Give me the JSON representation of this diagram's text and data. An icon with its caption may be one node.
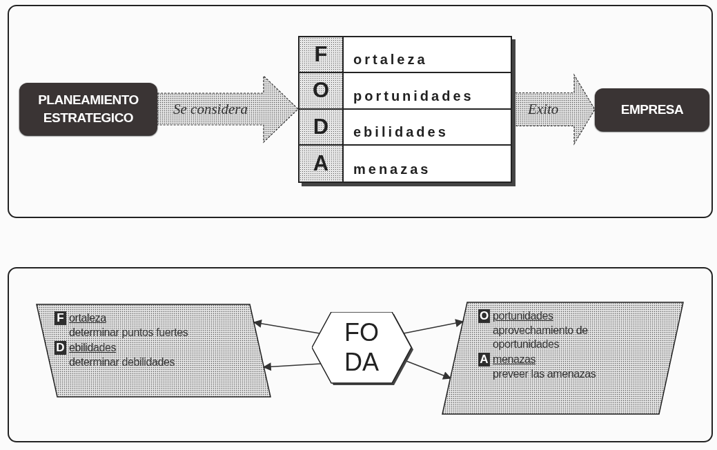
{
  "diagram": {
    "nodes": [
      {
        "text": [
          "PLANEAMIENTO ESTRATEGICO"
        ]
      },
      {
        "text": [
          "F",
          "ortaleza",
          "O",
          "portunidades",
          "D",
          "ebilidades",
          "A",
          "menazas"
        ]
      },
      {
        "text": [
          "EMPRESA"
        ]
      },
      {
        "text": [
          "F",
          "ortaleza",
          "determinar puntos fuertes",
          "D",
          "ebilidades",
          "determinar debilidades"
        ]
      },
      {
        "text": [
          "FO",
          "DA"
        ]
      },
      {
        "text": [
          "O",
          "portunidades",
          "aprovechamiento de oportunidades",
          "A",
          "menazas",
          "preveer las amenazas"
        ]
      }
    ],
    "edges": [
      {
        "from": 0,
        "to": 1,
        "arrow": "to",
        "label": "Se considera",
        "style": "thick"
      },
      {
        "from": 1,
        "to": 2,
        "arrow": "to",
        "label": "Exito",
        "style": "thick"
      },
      {
        "from": 4,
        "to": 3,
        "arrow": "to"
      },
      {
        "from": 4,
        "to": 3,
        "arrow": "to"
      },
      {
        "from": 4,
        "to": 5,
        "arrow": "to"
      },
      {
        "from": 4,
        "to": 5,
        "arrow": "to"
      }
    ]
  }
}
